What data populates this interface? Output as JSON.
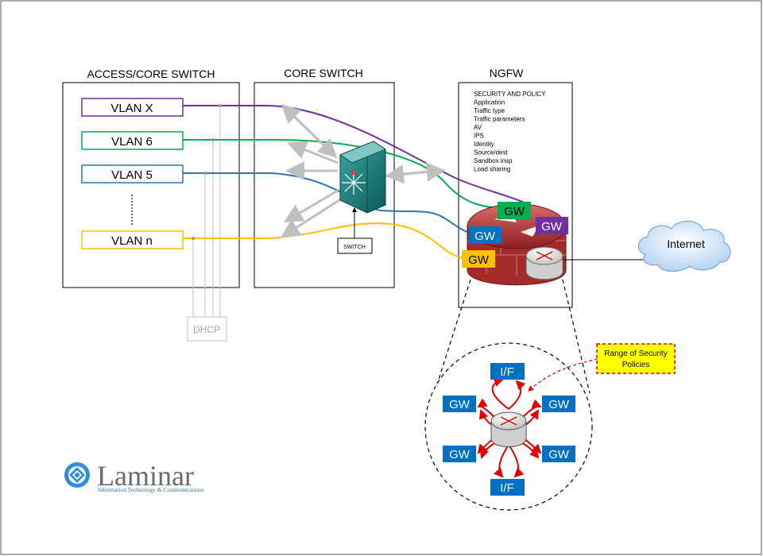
{
  "headers": {
    "access_core": "ACCESS/CORE SWITCH",
    "core": "CORE SWITCH",
    "ngfw": "NGFW"
  },
  "vlans": [
    "VLAN X",
    "VLAN 6",
    "VLAN 5",
    "VLAN n"
  ],
  "switch_label": "SWITCH",
  "dhcp_label": "DHCP",
  "policy_items": [
    "SECURITY AND POLICY",
    "Application",
    "Traffic type",
    "Traffic parameters",
    "AV",
    "IPS",
    "Identity",
    "Source/dest",
    "Sandbox insp",
    "Load sharing"
  ],
  "gateways": [
    "GW",
    "GW",
    "GW",
    "GW"
  ],
  "internet_label": "Internet",
  "zoom": {
    "if_top": "I/F",
    "if_bottom": "I/F",
    "gw_top_left": "GW",
    "gw_top_right": "GW",
    "gw_bottom_left": "GW",
    "gw_bottom_right": "GW"
  },
  "callout": {
    "line1": "Range of Security",
    "line2": "Policies"
  },
  "logo": {
    "name": "Laminar",
    "tagline": "Information Technology & Communications"
  },
  "colors": {
    "vlan_x": "#7030a0",
    "vlan_6": "#00b050",
    "vlan_5": "#2e75b6",
    "vlan_n": "#ffc000",
    "gw_blue": "#0070c0",
    "gw_green": "#00b050",
    "gw_purple": "#7030a0",
    "gw_orange": "#ffc000",
    "arrow_red": "#e00000",
    "callout_fill": "#ffff00",
    "callout_border": "#e00000"
  }
}
